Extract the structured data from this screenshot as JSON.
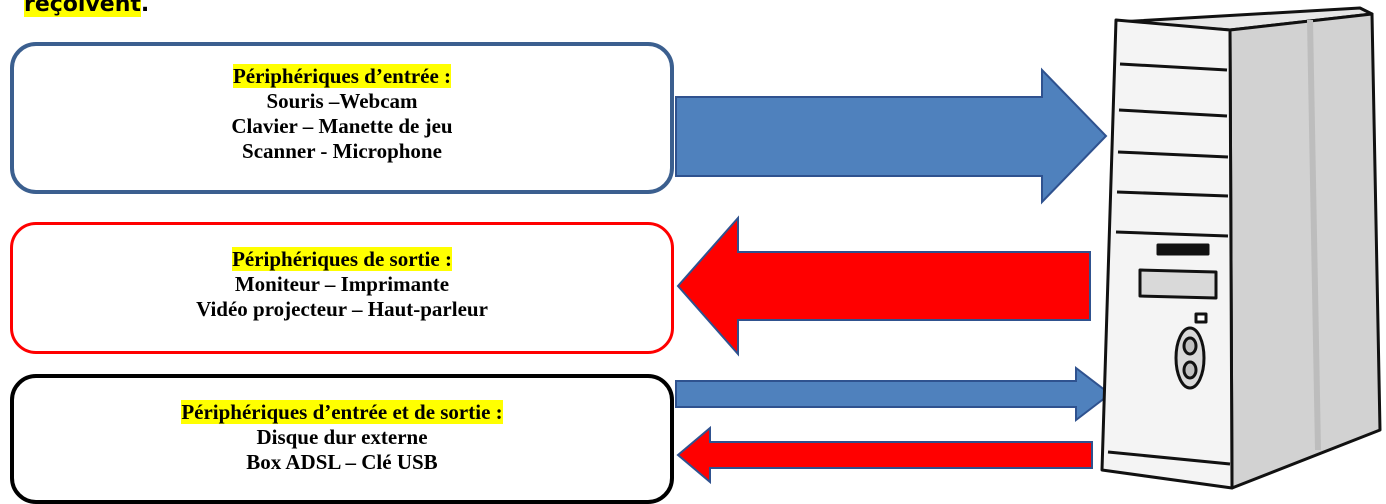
{
  "top_fragment": {
    "text": "reçoivent",
    "suffix": "."
  },
  "boxes": {
    "input": {
      "title": "Périphériques d’entrée :",
      "lines": [
        "Souris –Webcam",
        "Clavier – Manette de jeu",
        "Scanner - Microphone"
      ],
      "border_color": "#3b5f8f"
    },
    "output": {
      "title": "Périphériques de sortie :",
      "lines": [
        "Moniteur – Imprimante",
        "Vidéo projecteur – Haut-parleur"
      ],
      "border_color": "#ff0000"
    },
    "io": {
      "title": "Périphériques d’entrée et de sortie :",
      "lines": [
        "Disque dur externe",
        "Box ADSL – Clé USB"
      ],
      "border_color": "#000000"
    }
  },
  "arrows": {
    "input_color": "#4f81bd",
    "output_color": "#ff0000",
    "outline_color": "#2f528f"
  },
  "computer": {
    "icon": "computer-tower-icon"
  }
}
